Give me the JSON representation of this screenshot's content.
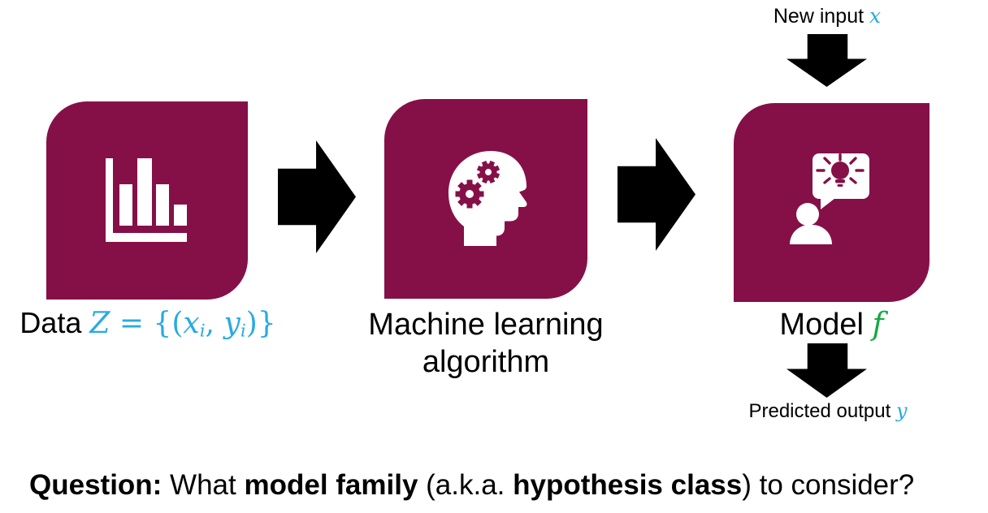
{
  "diagram": {
    "data_block": {
      "icon": "bar-chart-icon",
      "label": {
        "prefix": "Data ",
        "z": "Z",
        "eq": " = {(",
        "x": "x",
        "sub1": "i",
        "comma": ", ",
        "y": "y",
        "sub2": "i",
        "close": ")}"
      }
    },
    "algorithm_block": {
      "icon": "head-gears-icon",
      "label_line1": "Machine learning",
      "label_line2": "algorithm"
    },
    "model_block": {
      "icon": "person-lightbulb-icon",
      "label": {
        "prefix": "Model ",
        "f": "f"
      }
    },
    "new_input": {
      "prefix": "New input ",
      "x": "x"
    },
    "predicted_output": {
      "prefix": "Predicted output ",
      "y": "y"
    }
  },
  "question": {
    "lead": "Question:",
    "t1": " What ",
    "b1": "model family",
    "t2": " (a.k.a. ",
    "b2": "hypothesis class",
    "t3": ") to consider?"
  },
  "colors": {
    "block_maroon": "#851048",
    "math_blue": "#29AAE2",
    "math_green": "#17A845",
    "arrow_black": "#000000",
    "text": "#000000",
    "background": "#FFFFFF"
  }
}
